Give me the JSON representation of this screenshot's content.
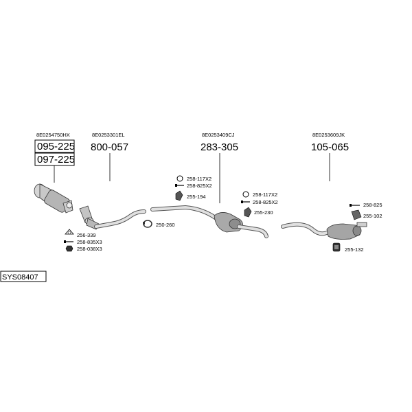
{
  "diagram": {
    "system_code": "SYS08407",
    "oem_numbers": [
      "8E0254750HX",
      "8E0253301EL",
      "8E0253409CJ",
      "8E0253609JK"
    ],
    "main_parts": [
      "095-225",
      "097-225",
      "800-057",
      "283-305",
      "105-065"
    ],
    "fittings": {
      "f256_339": "256-339",
      "f258_835x3": "258-835X3",
      "f258_038x3": "258-038X3",
      "f250_260": "250-260",
      "f258_117x2_a": "258-117X2",
      "f258_825x2_a": "258-825X2",
      "f255_194": "255-194",
      "f258_117x2_b": "258-117X2",
      "f258_825x2_b": "258-825X2",
      "f255_230": "255-230",
      "f258_825": "258-825",
      "f255_102": "255-102",
      "f255_132": "255-132"
    }
  }
}
